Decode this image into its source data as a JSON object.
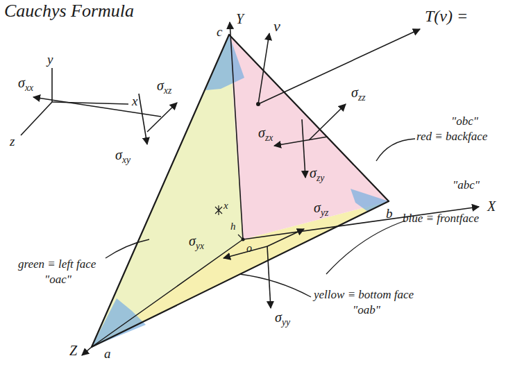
{
  "diagram": {
    "title": "Cauchys Formula",
    "labels": [
      "y",
      "x",
      "z",
      "c",
      "Y",
      "ν",
      "T(ν) =",
      "σzz",
      "σzx",
      "σzy",
      "σxx",
      "σxz",
      "σxy",
      "σyz",
      "σyx",
      "σyy",
      "x",
      "h",
      "o",
      "X",
      "b",
      "Z",
      "a",
      "\"obc\"",
      "red ≡ backface",
      "\"abc\"",
      "blue ≡ frontface",
      "green ≡ left face",
      "\"oac\"",
      "yellow ≡ bottom face",
      "\"oab\""
    ]
  }
}
